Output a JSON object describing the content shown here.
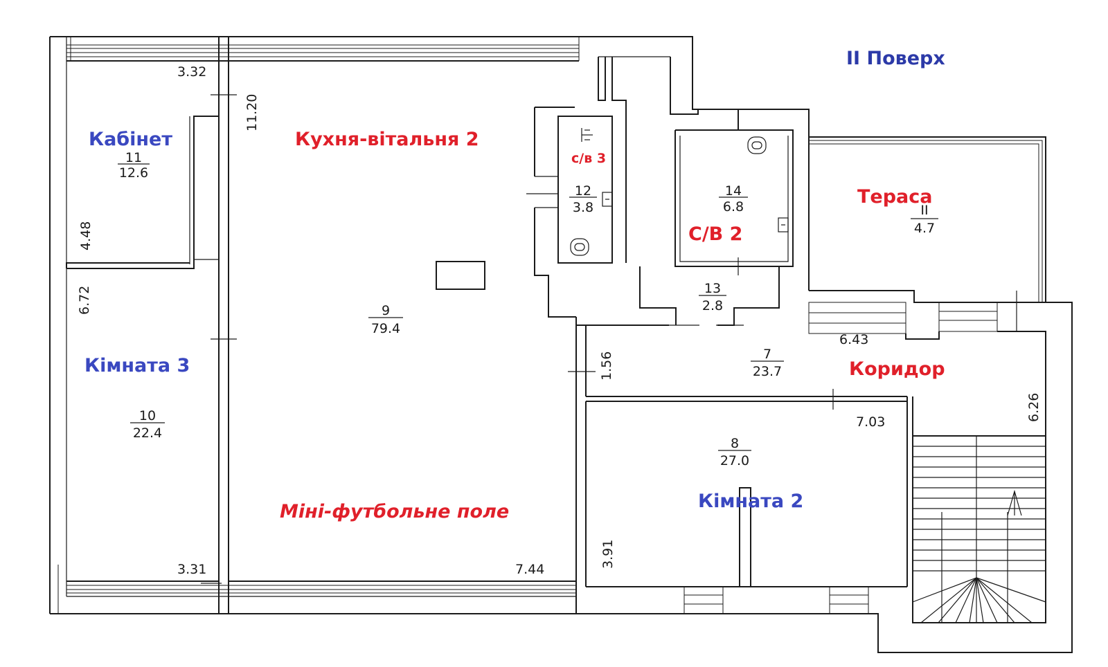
{
  "floor_title": "II Поверх",
  "labels": {
    "kabinet": "Кабінет",
    "kitchen": "Кухня-вітальня 2",
    "wc3": "с/в 3",
    "wc2": "С/В 2",
    "terrace": "Тераса",
    "room3": "Кімната 3",
    "corridor": "Коридор",
    "room2": "Кімната 2",
    "football": "Міні-футбольне поле"
  },
  "rooms": {
    "r11": {
      "num": "11",
      "area": "12.6"
    },
    "r12": {
      "num": "12",
      "area": "3.8"
    },
    "r14": {
      "num": "14",
      "area": "6.8"
    },
    "rII": {
      "num": "II",
      "area": "4.7"
    },
    "r13": {
      "num": "13",
      "area": "2.8"
    },
    "r9": {
      "num": "9",
      "area": "79.4"
    },
    "r7": {
      "num": "7",
      "area": "23.7"
    },
    "r10": {
      "num": "10",
      "area": "22.4"
    },
    "r8": {
      "num": "8",
      "area": "27.0"
    }
  },
  "dimensions": {
    "d1": "3.32",
    "d2": "11.20",
    "d3": "4.48",
    "d4": "6.72",
    "d5": "6.43",
    "d6": "1.56",
    "d7": "6.26",
    "d8": "7.03",
    "d9": "3.91",
    "d10": "3.31",
    "d11": "7.44"
  }
}
